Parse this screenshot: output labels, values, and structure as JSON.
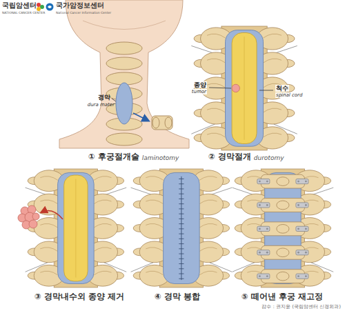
{
  "diagram": {
    "labels": [
      "국립암센터",
      "NATIONAL CANCER CENTER",
      "국가암정보센터",
      "National Cancer Information Center",
      "경막",
      "dura mater",
      "종양",
      "tumor",
      "척수",
      "spinal cord",
      "① 후궁절개술",
      "laminotomy",
      "② 경막절개",
      "durotomy",
      "③ 경막내수외 종양 제거",
      "④ 경막 봉합",
      "⑤ 떼어낸 후궁 재고정",
      "감수 : 권지웅 (국립암센터 신경외과)"
    ]
  }
}
